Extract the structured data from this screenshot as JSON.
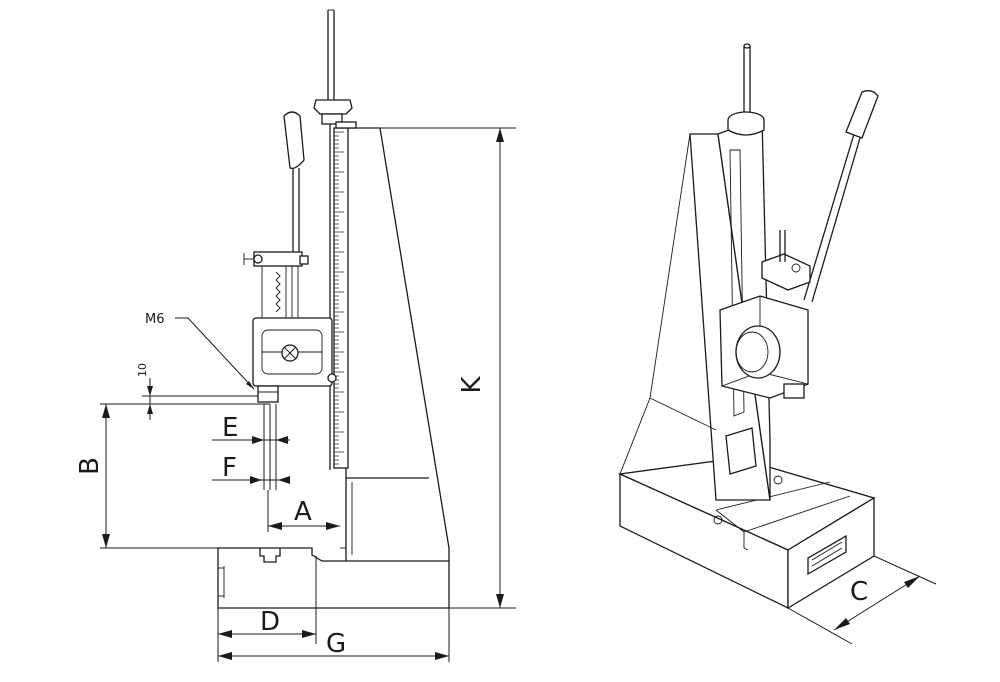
{
  "labels": {
    "k": "K",
    "b": "B",
    "a": "A",
    "d": "D",
    "g": "G",
    "e": "E",
    "f": "F",
    "c": "C",
    "m6": "M6",
    "ten": "10"
  }
}
